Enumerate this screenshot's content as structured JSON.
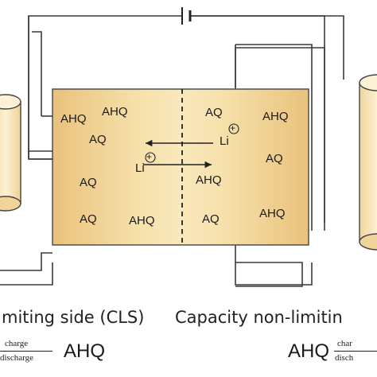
{
  "colors": {
    "electrolyte_light": "#f6dfa8",
    "electrolyte_dark": "#e8bf78",
    "electrode_fill": "#fbedc6",
    "electrode_stroke": "#444444",
    "wire": "#3a3a3a"
  },
  "left_compartment": {
    "species": [
      "AHQ",
      "AHQ",
      "AQ",
      "AQ",
      "AQ",
      "AHQ"
    ]
  },
  "right_compartment": {
    "species": [
      "AQ",
      "AHQ",
      "AQ",
      "AHQ",
      "AQ",
      "AHQ"
    ]
  },
  "ions": {
    "upper": {
      "symbol": "Li",
      "charge": "+",
      "direction": "left"
    },
    "lower": {
      "symbol": "Li",
      "charge": "+",
      "direction": "right"
    }
  },
  "captions": {
    "left": "miting side (CLS)",
    "right": "Capacity non-limitin"
  },
  "equations": {
    "left": {
      "numerator": "charge",
      "denominator": "discharge",
      "product": "AHQ"
    },
    "right": {
      "reactant": "AHQ",
      "numerator": "char",
      "denominator": "disch"
    }
  },
  "icons": [
    "battery-icon",
    "left-electrode-icon",
    "right-electrode-icon",
    "arrow-left-icon",
    "arrow-right-icon",
    "ion-plus-icon"
  ]
}
